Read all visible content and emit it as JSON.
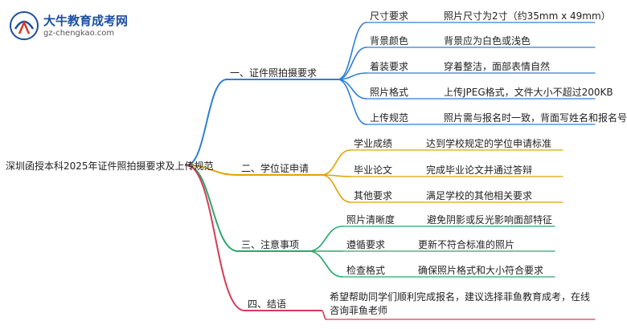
{
  "logo": {
    "title": "大牛教育成考网",
    "url": "gz-chengkao.com"
  },
  "root": "深圳函授本科2025年证件照拍摄要求及上传规范",
  "colors": {
    "b1": "#2e7fd6",
    "b2": "#e0a400",
    "b3": "#2aa86a",
    "b4": "#d93a5a"
  },
  "branches": [
    {
      "label": "一、证件照拍摄要求",
      "items": [
        {
          "key": "尺寸要求",
          "value": "照片尺寸为2寸（约35mm x 49mm）"
        },
        {
          "key": "背景颜色",
          "value": "背景应为白色或浅色"
        },
        {
          "key": "着装要求",
          "value": "穿着整洁，面部表情自然"
        },
        {
          "key": "照片格式",
          "value": "上传JPEG格式，文件大小不超过200KB"
        },
        {
          "key": "上传规范",
          "value": "照片需与报名时一致，背面写姓名和报名号"
        }
      ]
    },
    {
      "label": "二、学位证申请",
      "items": [
        {
          "key": "学业成绩",
          "value": "达到学校规定的学位申请标准"
        },
        {
          "key": "毕业论文",
          "value": "完成毕业论文并通过答辩"
        },
        {
          "key": "其他要求",
          "value": "满足学校的其他相关要求"
        }
      ]
    },
    {
      "label": "三、注意事项",
      "items": [
        {
          "key": "照片清晰度",
          "value": "避免阴影或反光影响面部特征"
        },
        {
          "key": "遵循要求",
          "value": "更新不符合标准的照片"
        },
        {
          "key": "检查格式",
          "value": "确保照片格式和大小符合要求"
        }
      ]
    },
    {
      "label": "四、结语",
      "items": [
        {
          "value": "希望帮助同学们顺利完成报名，建议选择菲鱼教育成考，在线咨询菲鱼老师"
        }
      ]
    }
  ]
}
